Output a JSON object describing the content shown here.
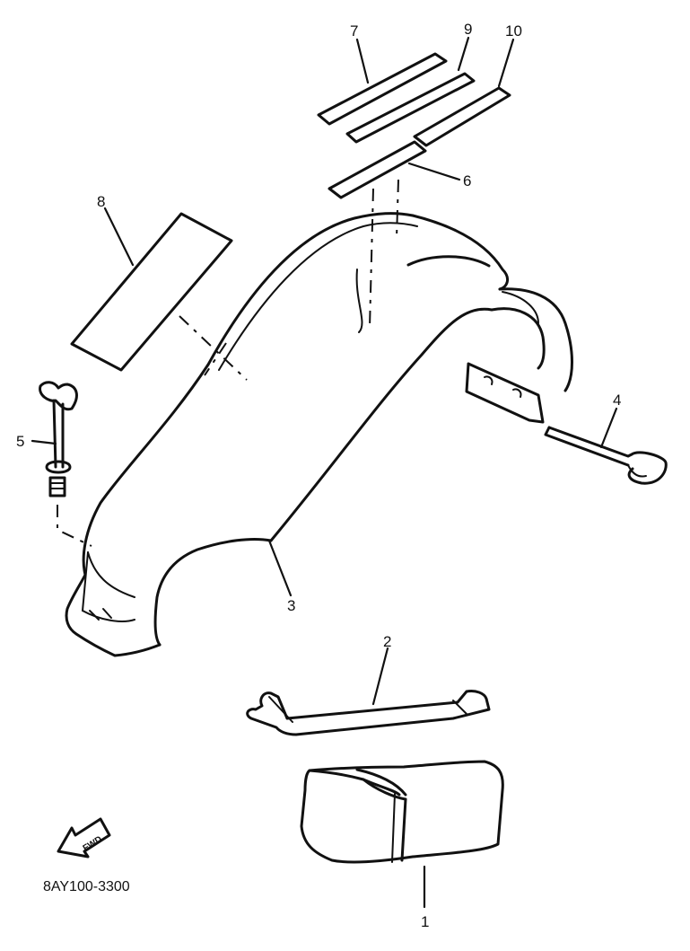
{
  "diagram": {
    "callouts": {
      "c1": "1",
      "c2": "2",
      "c3": "3",
      "c4": "4",
      "c5": "5",
      "c6": "6",
      "c7": "7",
      "c8": "8",
      "c9": "9",
      "c10": "10"
    },
    "forward_arrow_label": "FWD",
    "document_code": "8AY100-3300"
  }
}
